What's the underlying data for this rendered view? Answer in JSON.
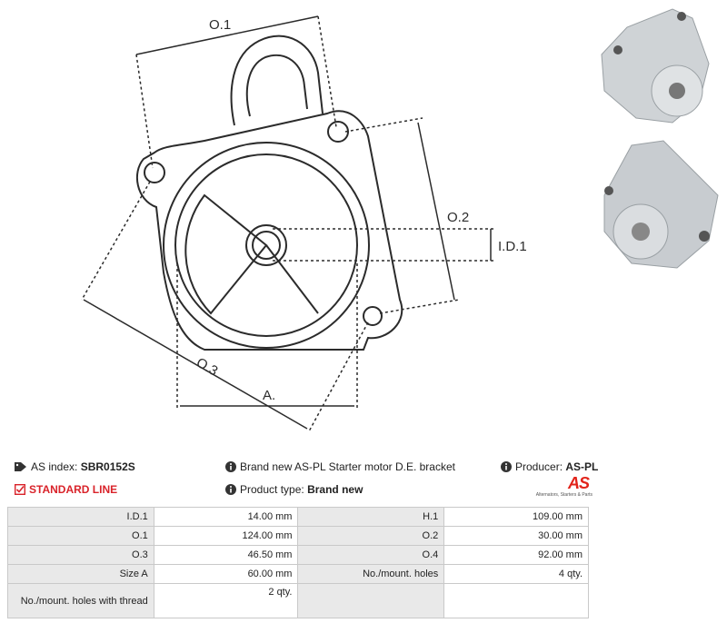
{
  "drawing": {
    "labels": {
      "o1": "O.1",
      "o2": "O.2",
      "id1": "I.D.1",
      "o3": "O.3",
      "a": "A."
    }
  },
  "info": {
    "as_index_label": "AS index:",
    "as_index_value": "SBR0152S",
    "description": "Brand new AS-PL Starter motor D.E. bracket",
    "producer_label": "Producer:",
    "producer_value": "AS-PL",
    "standard_line": "STANDARD LINE",
    "product_type_label": "Product type:",
    "product_type_value": "Brand new",
    "logo_mark": "AS",
    "logo_sub": "Alternators, Starters & Parts"
  },
  "specs": [
    {
      "k1": "I.D.1",
      "v1": "14.00 mm",
      "k2": "H.1",
      "v2": "109.00 mm"
    },
    {
      "k1": "O.1",
      "v1": "124.00 mm",
      "k2": "O.2",
      "v2": "30.00 mm"
    },
    {
      "k1": "O.3",
      "v1": "46.50 mm",
      "k2": "O.4",
      "v2": "92.00 mm"
    },
    {
      "k1": "Size A",
      "v1": "60.00 mm",
      "k2": "No./mount. holes",
      "v2": "4 qty."
    },
    {
      "k1": "No./mount. holes with thread",
      "v1": "2 qty.",
      "k2": "",
      "v2": ""
    }
  ],
  "colors": {
    "accent": "#d9232a",
    "logo": "#e2231a",
    "label_bg": "#e9e9e9",
    "border": "#c9c9c9"
  },
  "icons": [
    "tag-icon",
    "info-icon",
    "checkbox-icon"
  ]
}
